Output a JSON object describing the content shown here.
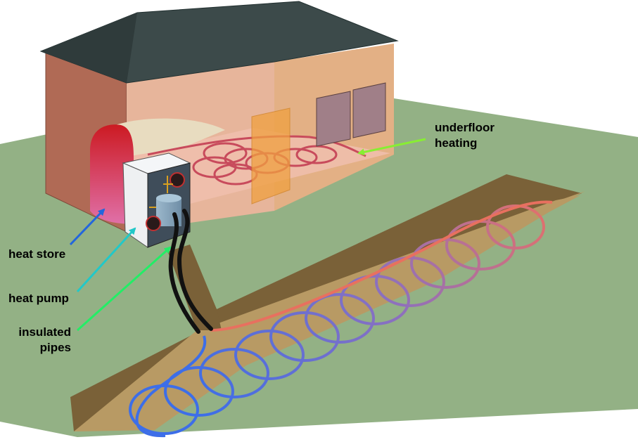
{
  "labels": {
    "underfloor_line1": "underfloor",
    "underfloor_line2": "heating",
    "heat_store": "heat store",
    "heat_pump": "heat pump",
    "pipes_line1": "insulated",
    "pipes_line2": "pipes"
  },
  "colors": {
    "ground": "#93b185",
    "trench_soil": "#b89a64",
    "trench_wall": "#7a6138",
    "roof": "#3c4a4a",
    "wall_left": "#b06a55",
    "wall_front": "#e7b59b",
    "wall_right": "#e3b085",
    "pipe_warm": "#e8705f",
    "pipe_cool": "#3d6ee8",
    "floor_loop": "#c84b5c",
    "arrow_underfloor": "#88ee33",
    "arrow_store": "#2266dd",
    "arrow_pump": "#22c8c8",
    "arrow_pipes": "#22ee66"
  }
}
